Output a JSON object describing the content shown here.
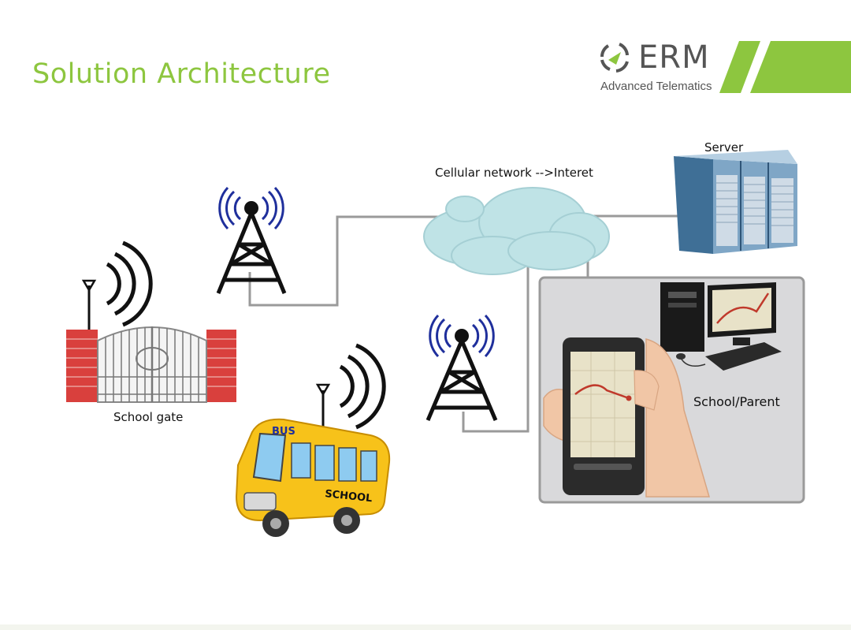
{
  "slide": {
    "title": "Solution Architecture",
    "logo": {
      "brand": "ERM",
      "tagline": "Advanced Telematics",
      "accent": "#8dc63f"
    }
  },
  "diagram": {
    "labels": {
      "server": "Server",
      "network": "Cellular network -->Interet",
      "school_gate": "School gate",
      "school_parent": "School/Parent"
    },
    "bus_signs": {
      "top": "BUS",
      "side": "SCHOOL"
    },
    "colors": {
      "cloud": "#bfe3e6",
      "server": "#3f6f96",
      "brick": "#d9403d",
      "bus": "#f7c21a",
      "wire": "#9a9a9a",
      "panel": "#d9d9db",
      "signal_blue": "#1f2f9c"
    }
  }
}
